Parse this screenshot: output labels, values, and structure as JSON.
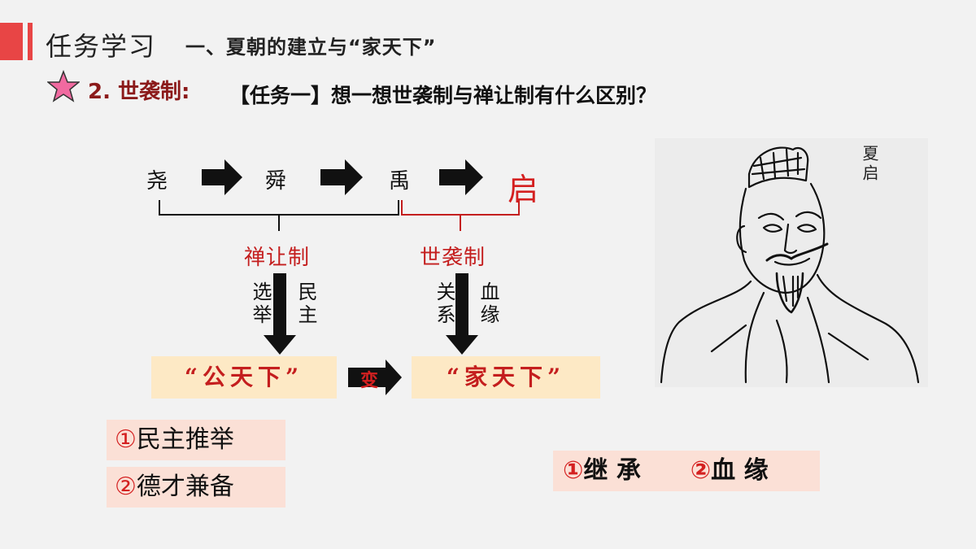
{
  "header": {
    "title": "任务学习",
    "subtitle": "一、夏朝的建立与“家天下”"
  },
  "section": {
    "label": "2. 世袭制:",
    "task": "【任务一】想一想世袭制与禅让制有什么区别？"
  },
  "diagram": {
    "rulers": [
      "尧",
      "舜",
      "禹",
      "启"
    ],
    "left_label": "禅让制",
    "right_label": "世袭制",
    "left_side": {
      "col1": "选举",
      "col2": "民主"
    },
    "right_side": {
      "col1": "关系",
      "col2": "血缘"
    },
    "left_box": "“公天下”",
    "right_box": "“家天下”",
    "change": "变"
  },
  "features_left": [
    "①民主推举",
    "②德才兼备"
  ],
  "features_right": {
    "a": "①继 承",
    "b": "②血 缘"
  },
  "portrait": {
    "caption": "夏启"
  },
  "colors": {
    "accent": "#e84545",
    "red_text": "#c41e1e",
    "box_fill": "#fde9c5",
    "pink_fill": "#fbe0d6"
  }
}
